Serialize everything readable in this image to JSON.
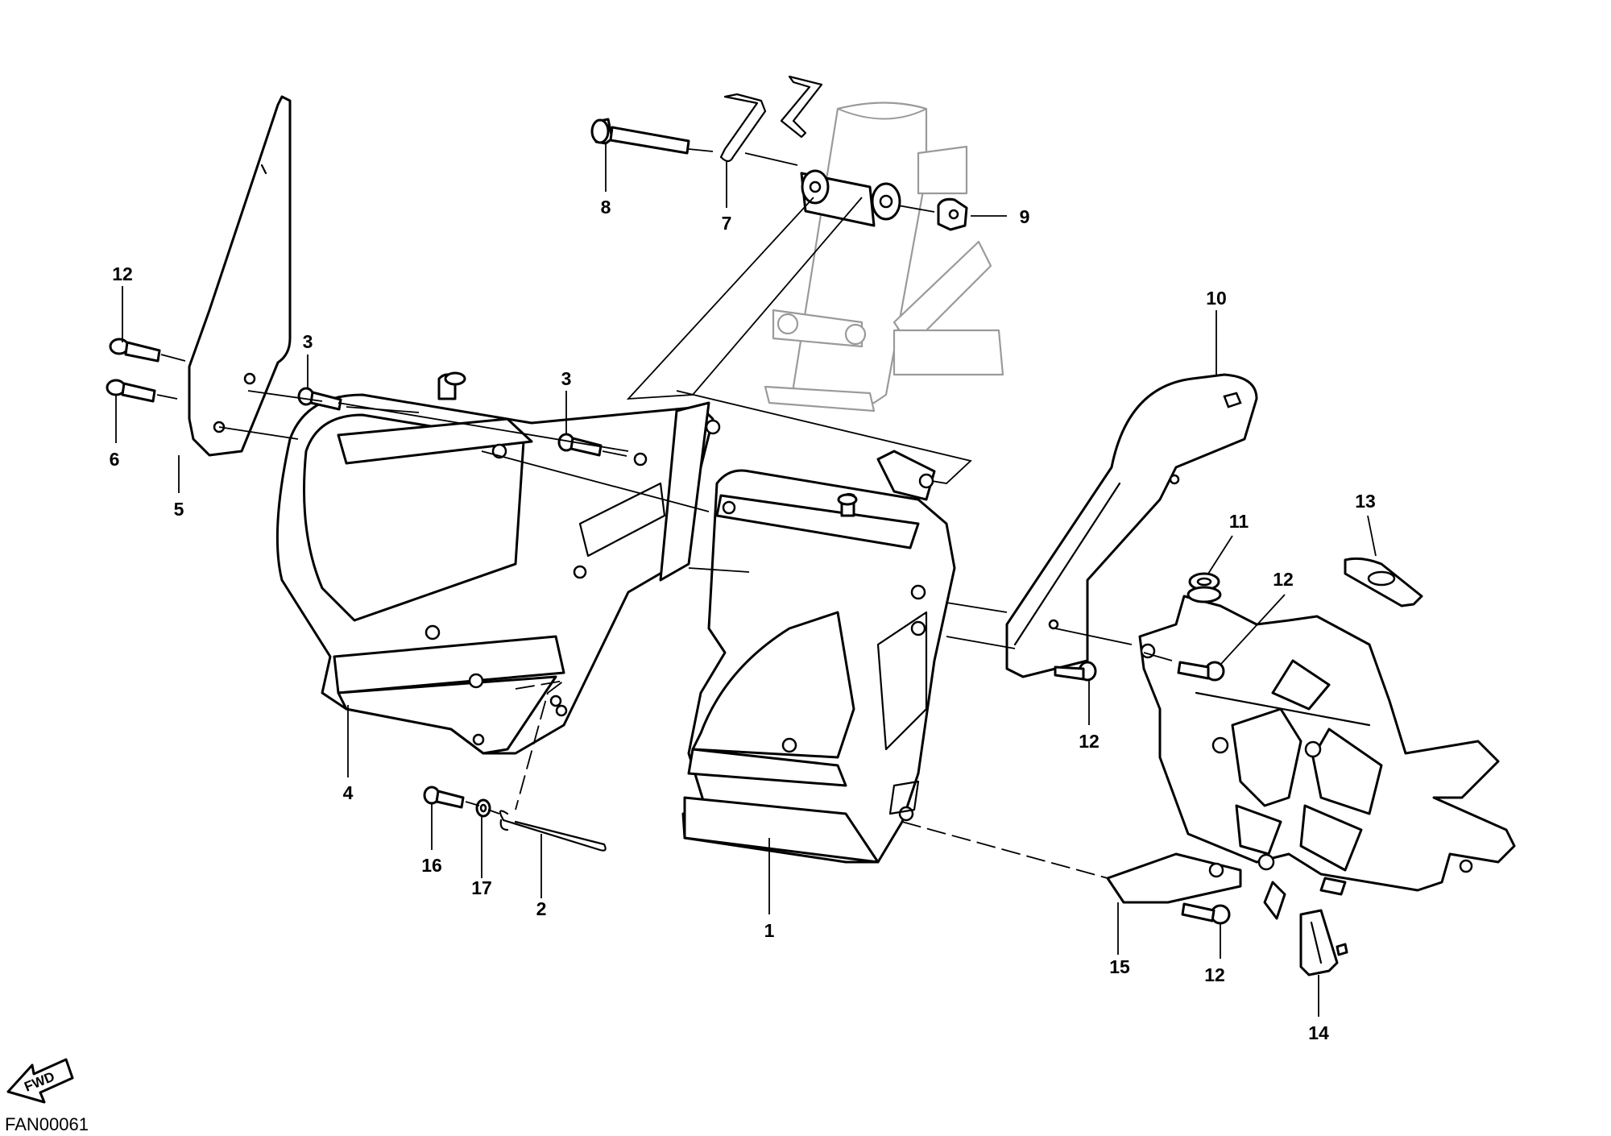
{
  "diagram": {
    "code": "FAN00061",
    "fwd_label": "FWD",
    "callouts": [
      {
        "id": "c1",
        "label": "1"
      },
      {
        "id": "c2",
        "label": "2"
      },
      {
        "id": "c3a",
        "label": "3"
      },
      {
        "id": "c3b",
        "label": "3"
      },
      {
        "id": "c4",
        "label": "4"
      },
      {
        "id": "c5",
        "label": "5"
      },
      {
        "id": "c6",
        "label": "6"
      },
      {
        "id": "c7",
        "label": "7"
      },
      {
        "id": "c8",
        "label": "8"
      },
      {
        "id": "c9",
        "label": "9"
      },
      {
        "id": "c10",
        "label": "10"
      },
      {
        "id": "c11",
        "label": "11"
      },
      {
        "id": "c12a",
        "label": "12"
      },
      {
        "id": "c12b",
        "label": "12"
      },
      {
        "id": "c12c",
        "label": "12"
      },
      {
        "id": "c12d",
        "label": "12"
      },
      {
        "id": "c13",
        "label": "13"
      },
      {
        "id": "c14",
        "label": "14"
      },
      {
        "id": "c15",
        "label": "15"
      },
      {
        "id": "c16",
        "label": "16"
      },
      {
        "id": "c17",
        "label": "17"
      }
    ]
  }
}
